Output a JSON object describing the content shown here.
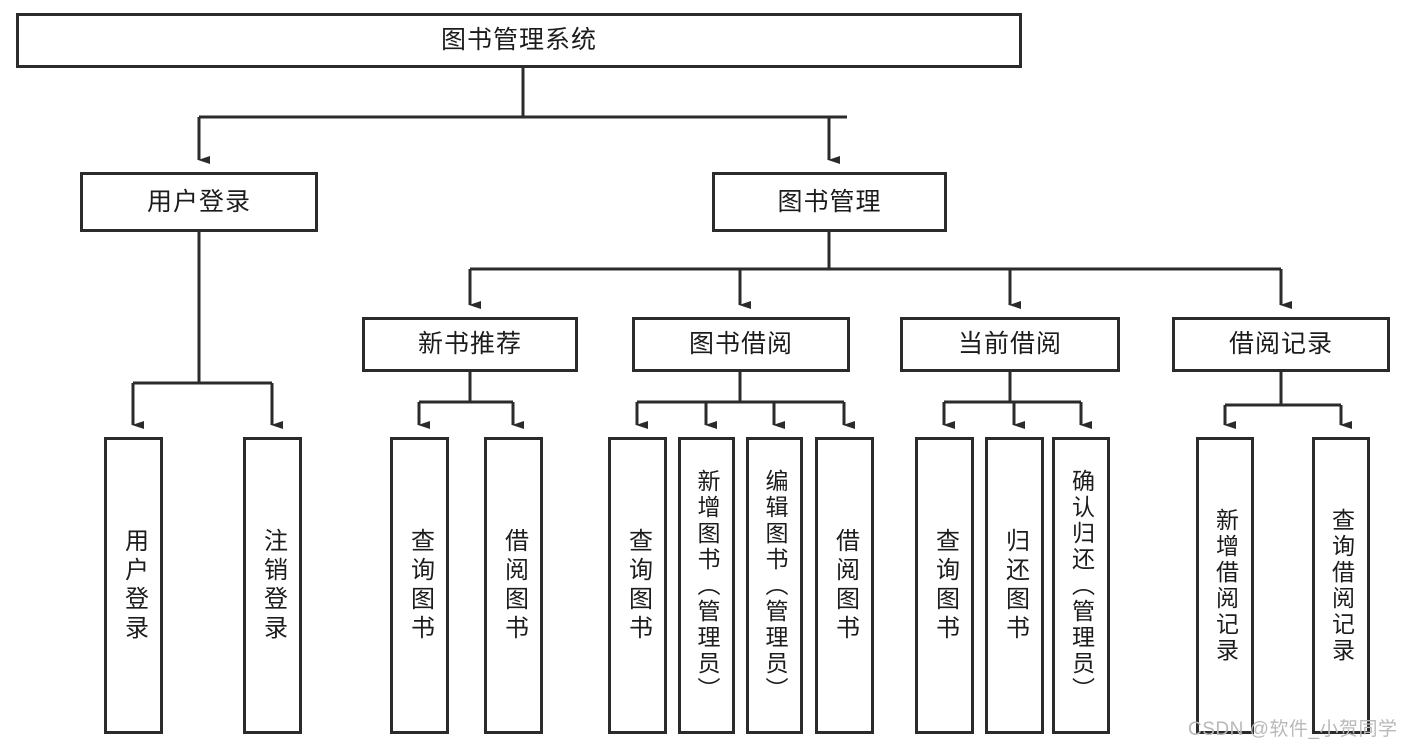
{
  "diagram": {
    "title": "图书管理系统",
    "watermark": "CSDN @软件_小贺同学",
    "stroke_color": "#2b2b2b",
    "background_color": "#ffffff",
    "text_color": "#1c1c1c",
    "root": {
      "label": "图书管理系统"
    },
    "level1": [
      {
        "label": "用户登录"
      },
      {
        "label": "图书管理"
      }
    ],
    "level2": [
      {
        "label": "新书推荐"
      },
      {
        "label": "图书借阅"
      },
      {
        "label": "当前借阅"
      },
      {
        "label": "借阅记录"
      }
    ],
    "leaves": {
      "user_login": [
        {
          "label": "用户登录"
        },
        {
          "label": "注销登录"
        }
      ],
      "new_book_recommend": [
        {
          "label": "查询图书"
        },
        {
          "label": "借阅图书"
        }
      ],
      "book_borrow": [
        {
          "label": "查询图书"
        },
        {
          "label": "新增图书（管理员）"
        },
        {
          "label": "编辑图书（管理员）"
        },
        {
          "label": "借阅图书"
        }
      ],
      "current_borrow": [
        {
          "label": "查询图书"
        },
        {
          "label": "归还图书"
        },
        {
          "label": "确认归还（管理员）"
        }
      ],
      "borrow_record": [
        {
          "label": "新增借阅记录"
        },
        {
          "label": "查询借阅记录"
        }
      ]
    }
  }
}
